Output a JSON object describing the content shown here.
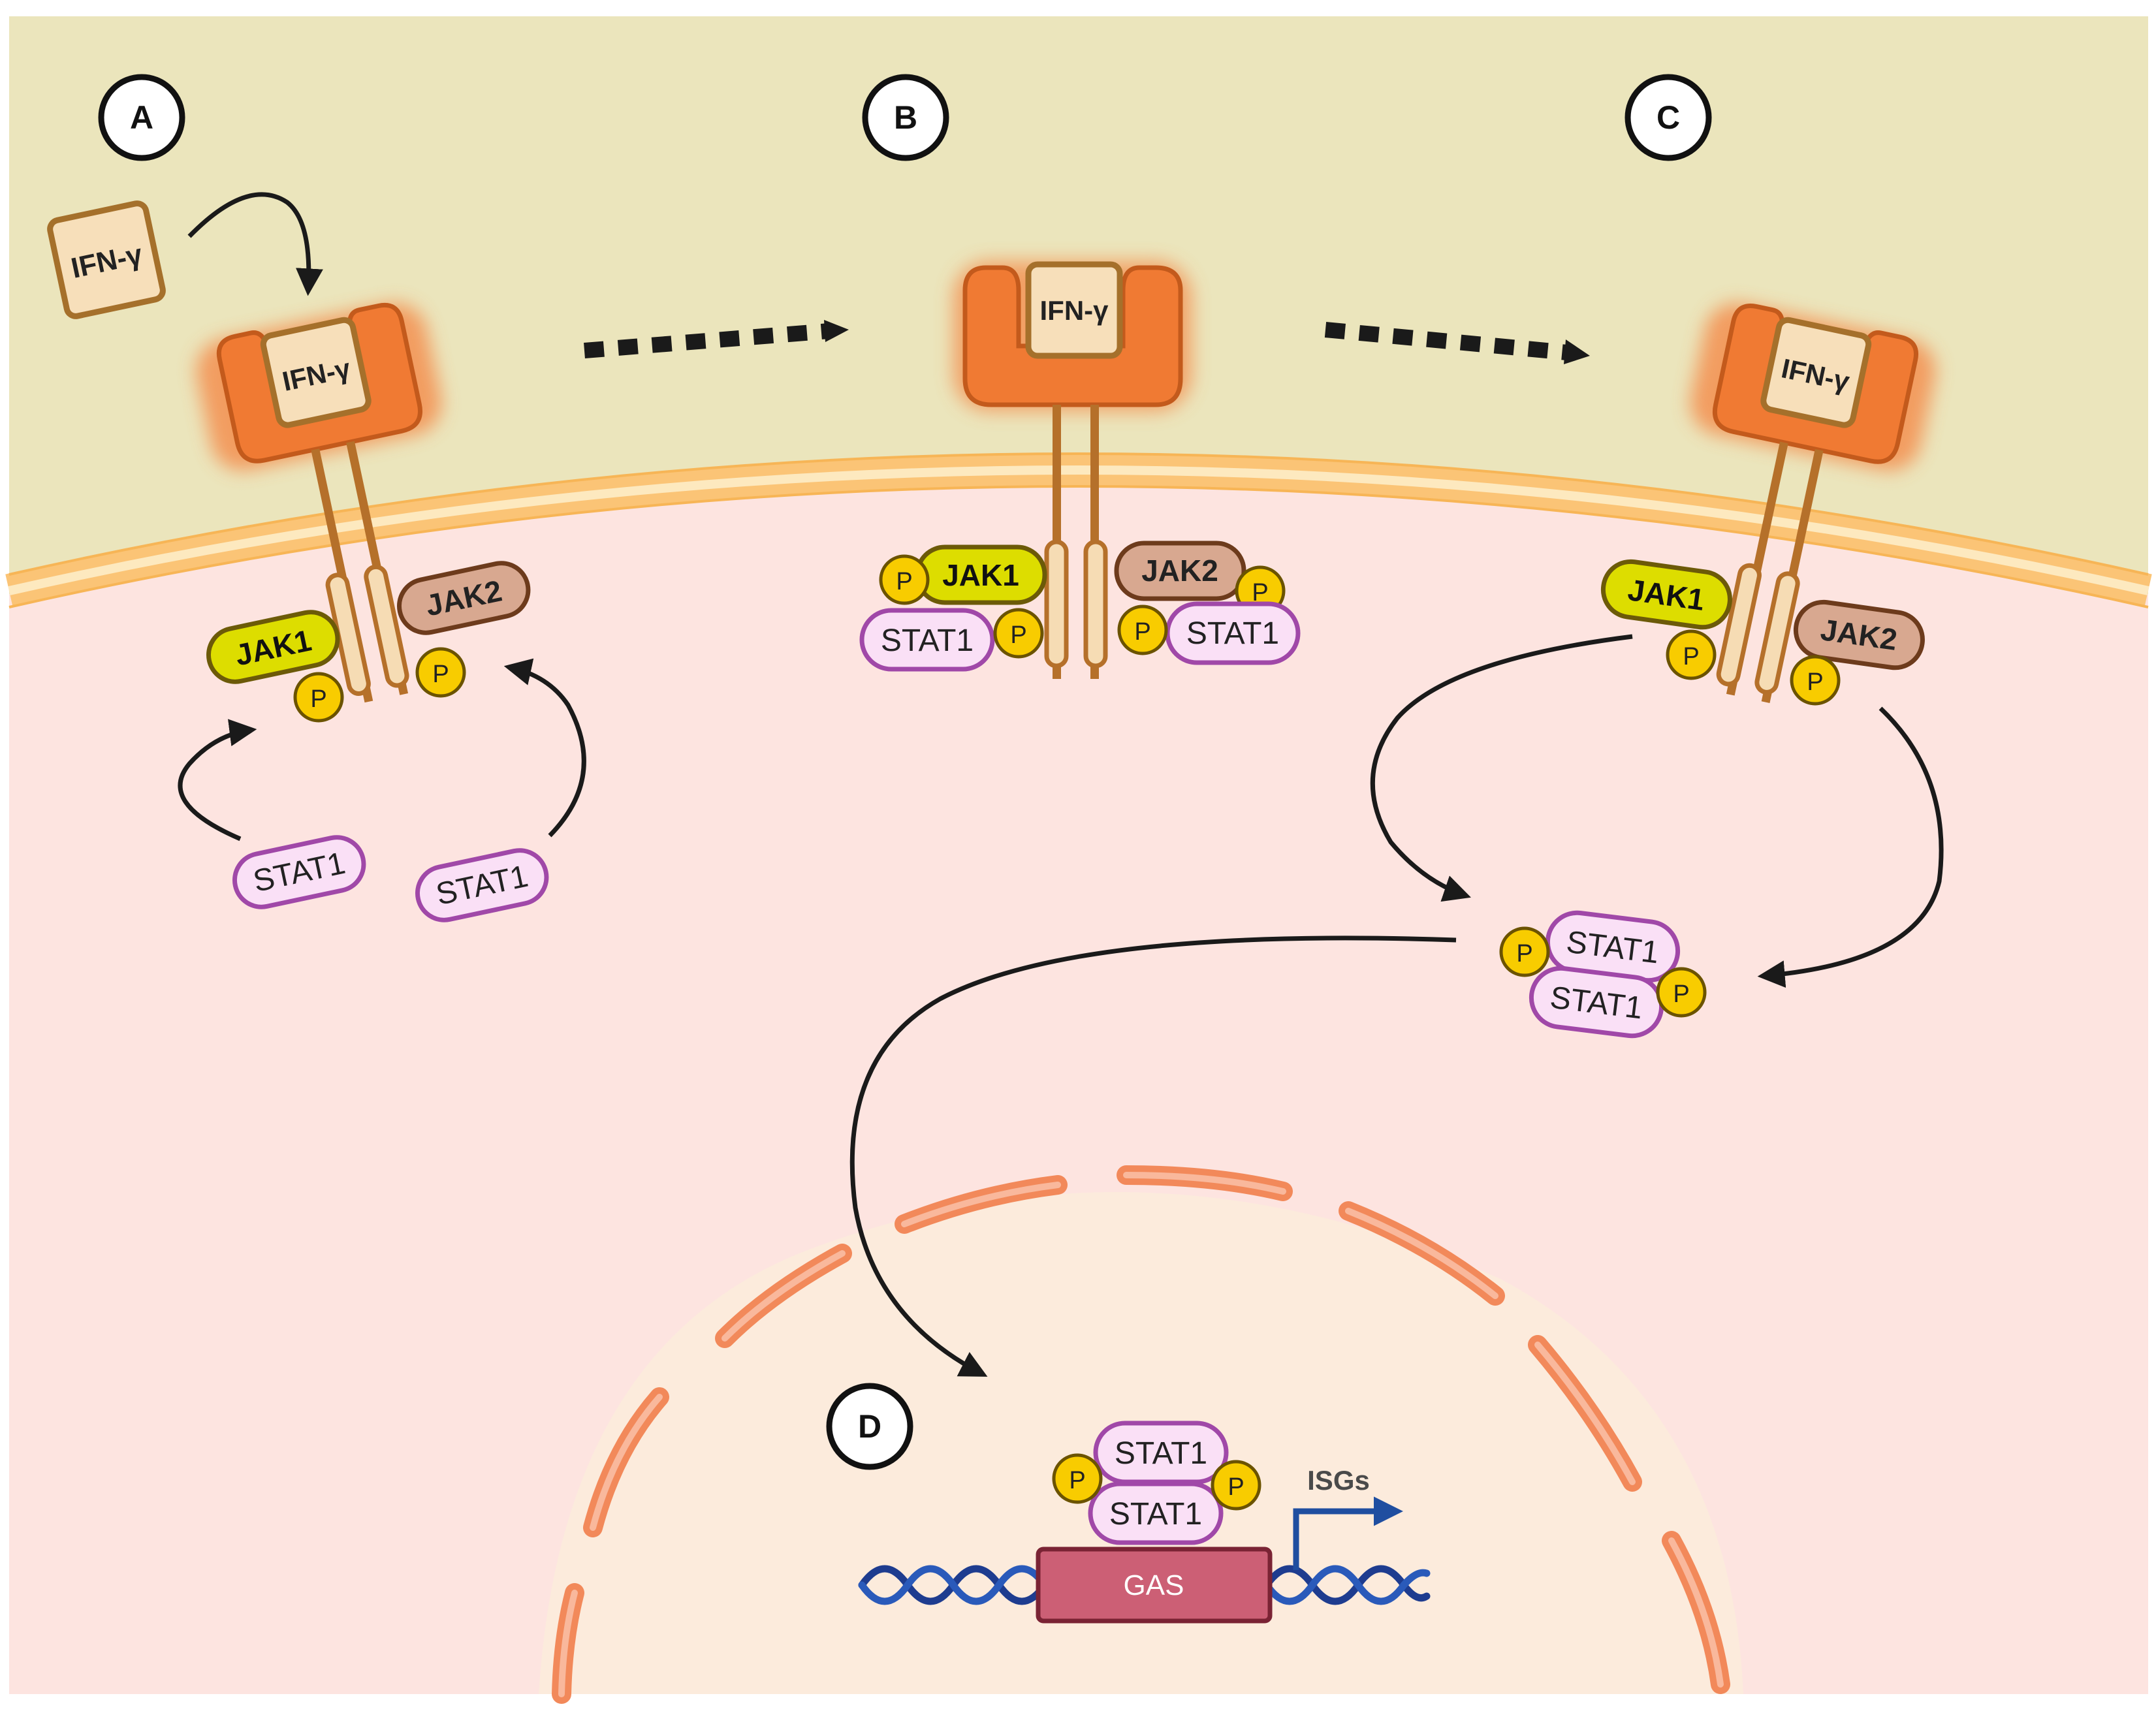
{
  "panels": {
    "a": "A",
    "b": "B",
    "c": "C",
    "d": "D"
  },
  "molecules": {
    "ifn": "IFN-γ",
    "jak1": "JAK1",
    "jak2": "JAK2",
    "stat1": "STAT1",
    "phospho": "P",
    "gas": "GAS",
    "isgs": "ISGs"
  },
  "colors": {
    "extracellular": "#ebe5bc",
    "cytoplasm": "#fde4e0",
    "nucleus": "#fcebdc",
    "membrane": "#fbc476",
    "receptor": "#f07a33",
    "ifn": "#f7dfba",
    "jak1": "#dddd00",
    "jak2": "#d8a890",
    "stat1": "#fae0f6",
    "phospho": "#f8cc00",
    "gas": "#cc5f75",
    "dna": "#1e3c8f",
    "arrow_isg": "#1f4ea0"
  },
  "icons": {
    "receptor": "receptor-icon",
    "dna": "dna-helix-icon",
    "nuclear_envelope": "nuclear-envelope-icon"
  }
}
